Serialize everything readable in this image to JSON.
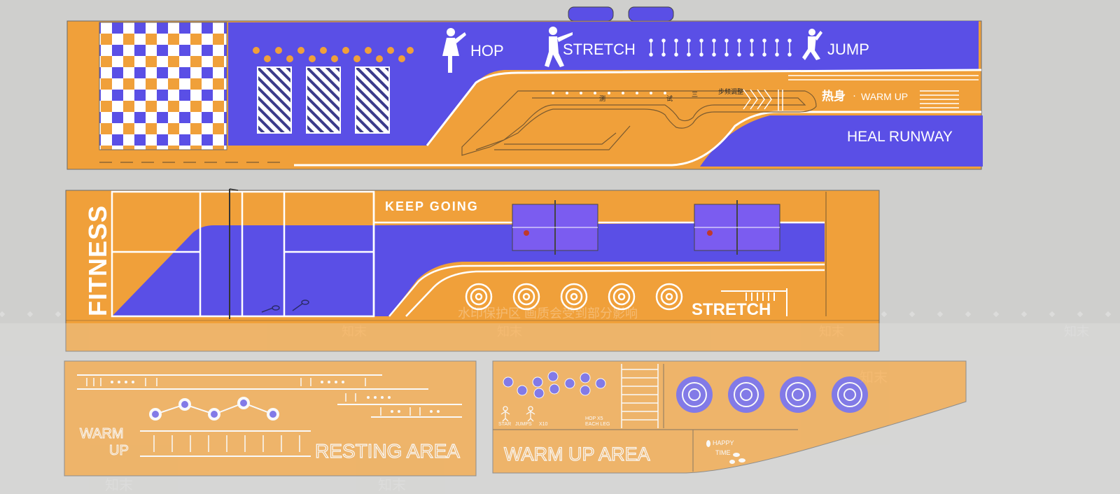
{
  "colors": {
    "background": "#cfcfcd",
    "orange": "#f0a03a",
    "blue": "#5a4fe6",
    "white": "#ffffff",
    "outline": "#6a6a6a"
  },
  "top_strip": {
    "hop": "HOP",
    "stretch": "STRETCH",
    "jump": "JUMP",
    "warm_up_cn": "热身",
    "warm_up_dot": "·",
    "warm_up_en": "WARM UP",
    "heal_runway": "HEAL RUNWAY",
    "track_mark_1": "步频调整",
    "track_mark_2": "测",
    "track_mark_3": "试",
    "track_mark_4": "三",
    "icons": [
      "hop-figure-icon",
      "stretch-figure-icon",
      "jump-figure-icon"
    ]
  },
  "middle_strip": {
    "fitness": "FITNESS",
    "keep_going": "KEEP GOING",
    "stretch": "STRETCH"
  },
  "bottom_left": {
    "warm": "WARM",
    "up": "UP",
    "resting_area": "RESTING AREA"
  },
  "bottom_right": {
    "star_jumps_1": "STAR",
    "star_jumps_2": "JUMPS",
    "x10": "X10",
    "hop_1": "HOP X5",
    "hop_2": "EACH LEG",
    "warm_up_area": "WARM UP AREA",
    "happy": "HAPPY",
    "time": "TIME"
  },
  "watermark": {
    "notice": "水印保护区 画质会受到部分影响",
    "brand": "知末"
  }
}
